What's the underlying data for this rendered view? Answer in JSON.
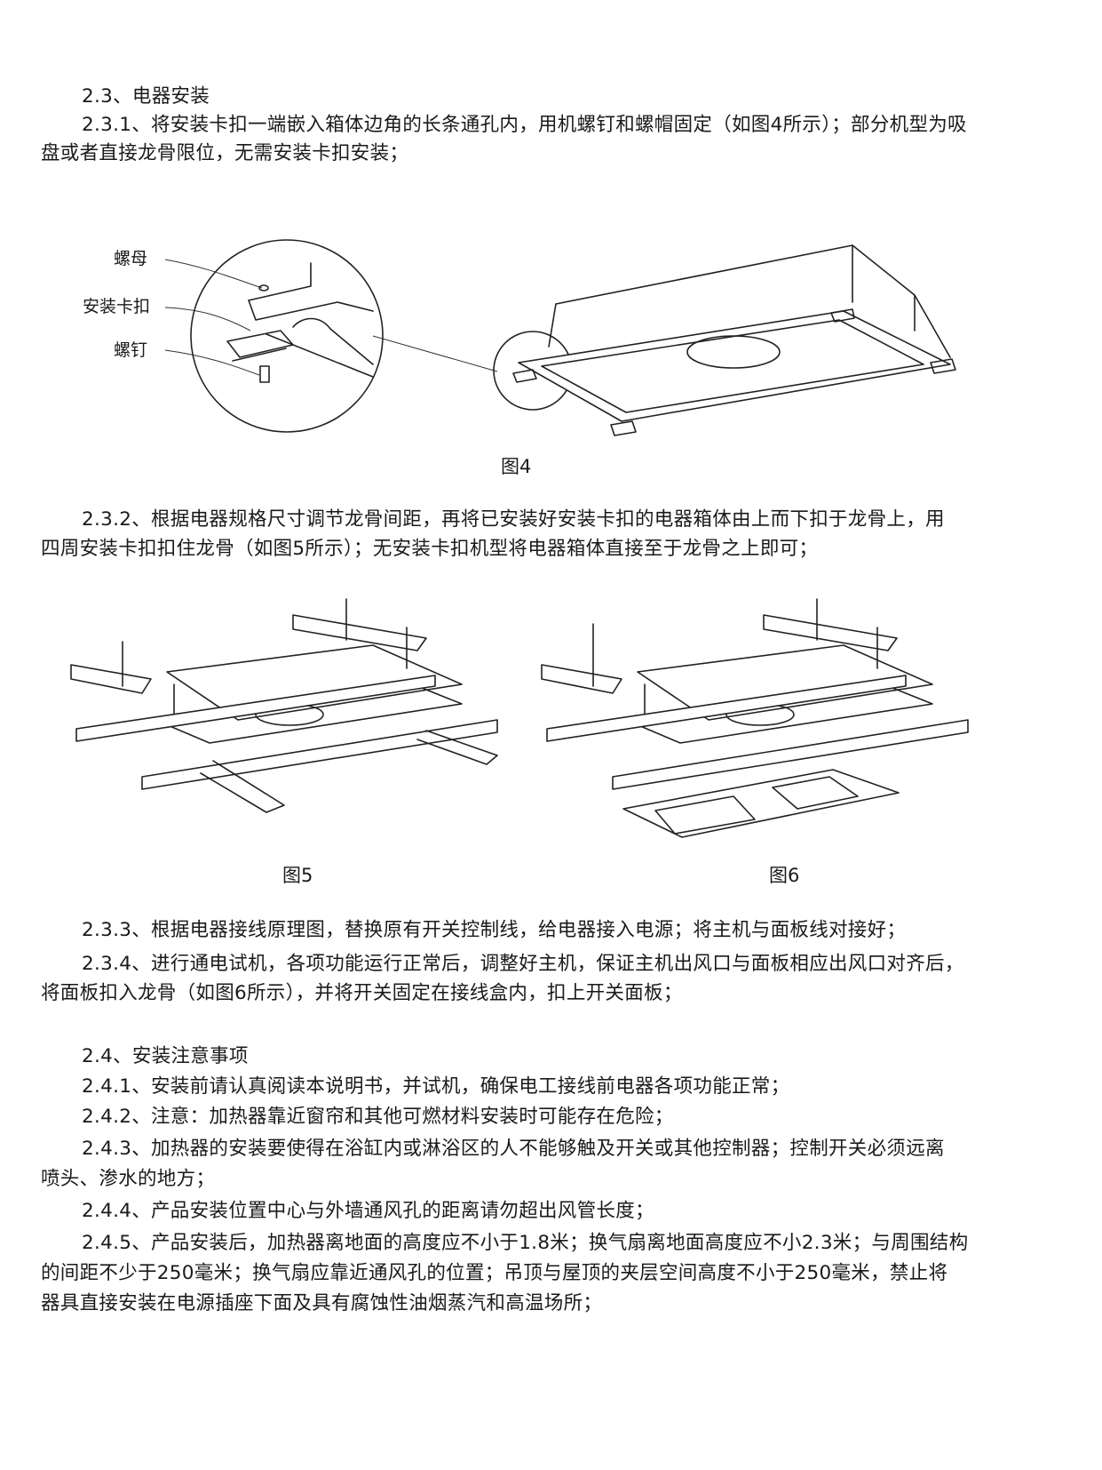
{
  "sec_2_3": {
    "heading": "2.3、电器安装",
    "p1_line1": "2.3.1、将安装卡扣一端嵌入箱体边角的长条通孔内，用机螺钉和螺帽固定（如图4所示）；部分机型为吸",
    "p1_line2": "盘或者直接龙骨限位，无需安装卡扣安装；",
    "p2_line1": "2.3.2、根据电器规格尺寸调节龙骨间距，再将已安装好安装卡扣的电器箱体由上而下扣于龙骨上，用",
    "p2_line2": "四周安装卡扣扣住龙骨（如图5所示）；无安装卡扣机型将电器箱体直接至于龙骨之上即可；",
    "p3_line1": "2.3.3、根据电器接线原理图，替换原有开关控制线，给电器接入电源；将主机与面板线对接好；",
    "p4_line1": "2.3.4、进行通电试机，各项功能运行正常后，调整好主机，保证主机出风口与面板相应出风口对齐后，",
    "p4_line2": "将面板扣入龙骨（如图6所示），并将开关固定在接线盒内，扣上开关面板；"
  },
  "figures": {
    "fig4_caption": "图4",
    "fig5_caption": "图5",
    "fig6_caption": "图6",
    "fig4_labels": {
      "nut": "螺母",
      "clip": "安装卡扣",
      "screw": "螺钉"
    }
  },
  "sec_2_4": {
    "heading": "2.4、安装注意事项",
    "item1": "2.4.1、安装前请认真阅读本说明书，并试机，确保电工接线前电器各项功能正常；",
    "item2": "2.4.2、注意：加热器靠近窗帘和其他可燃材料安装时可能存在危险；",
    "item3_line1": "2.4.3、加热器的安装要使得在浴缸内或淋浴区的人不能够触及开关或其他控制器；控制开关必须远离",
    "item3_line2": "喷头、渗水的地方；",
    "item4": "2.4.4、产品安装位置中心与外墙通风孔的距离请勿超出风管长度；",
    "item5_line1": "2.4.5、产品安装后，加热器离地面的高度应不小于1.8米；换气扇离地面高度应不小2.3米；与周围结构",
    "item5_line2": "的间距不少于250毫米；换气扇应靠近通风孔的位置；吊顶与屋顶的夹层空间高度不小于250毫米，禁止将",
    "item5_line3": "器具直接安装在电源插座下面及具有腐蚀性油烟蒸汽和高温场所；"
  }
}
